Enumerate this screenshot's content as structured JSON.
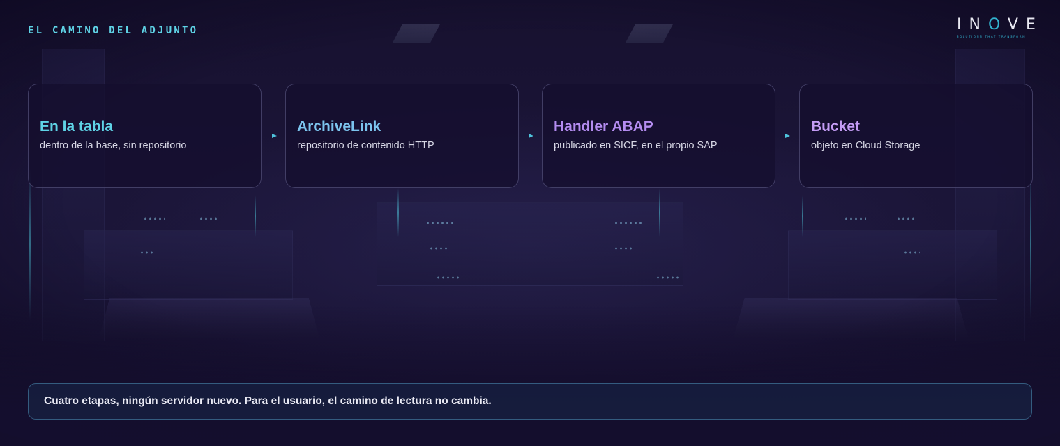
{
  "header": {
    "eyebrow": "EL CAMINO DEL ADJUNTO"
  },
  "logo": {
    "word_left": "IN",
    "word_o": "O",
    "word_right": "VE",
    "tagline": "SOLUTIONS THAT TRANSFORM"
  },
  "steps": [
    {
      "title": "En la tabla",
      "subtitle": "dentro de la base, sin repositorio",
      "color": "#5fd3e6"
    },
    {
      "title": "ArchiveLink",
      "subtitle": "repositorio de contenido HTTP",
      "color": "#7cc4ee"
    },
    {
      "title": "Handler ABAP",
      "subtitle": "publicado en SICF, en el propio SAP",
      "color": "#b48cf0"
    },
    {
      "title": "Bucket",
      "subtitle": "objeto en Cloud Storage",
      "color": "#c49cf5"
    }
  ],
  "arrow_icon": "triangle-right-icon",
  "arrow_color": "#4fc3dc",
  "footer": {
    "text": "Cuatro etapas, ningún servidor nuevo. Para el usuario, el camino de lectura no cambia."
  }
}
